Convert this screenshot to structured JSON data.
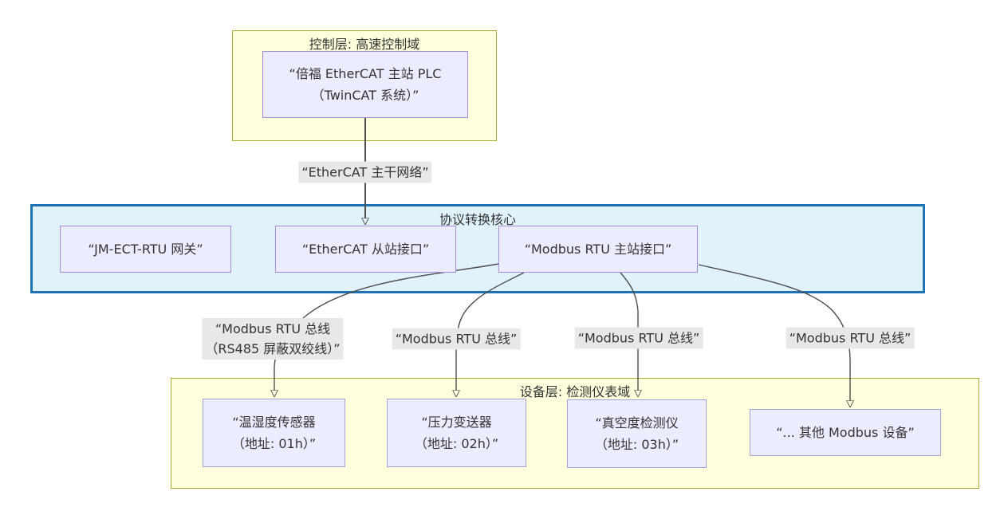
{
  "clusters": {
    "control": {
      "title": "控制层: 高速控制域"
    },
    "core": {
      "title": "协议转换核心"
    },
    "devices": {
      "title": "设备层: 检测仪表域"
    }
  },
  "nodes": {
    "plc": {
      "line1": "“倍福 EtherCAT 主站 PLC",
      "line2": "（TwinCAT 系统）”"
    },
    "jm_gateway": {
      "label": "“JM-ECT-RTU 网关”"
    },
    "ethercat_slave": {
      "label": "“EtherCAT 从站接口”"
    },
    "modbus_master": {
      "label": "“Modbus RTU 主站接口”"
    },
    "temp_humidity": {
      "line1": "“温湿度传感器",
      "line2": "（地址: 01h）”"
    },
    "pressure": {
      "line1": "“压力变送器",
      "line2": "（地址: 02h）”"
    },
    "vacuum": {
      "line1": "“真空度检测仪",
      "line2": "（地址: 03h）”"
    },
    "other_devices": {
      "label": "“... 其他 Modbus 设备”"
    }
  },
  "edge_labels": {
    "backbone": {
      "label": "“EtherCAT 主干网络”"
    },
    "bus1": {
      "line1": "“Modbus RTU 总线",
      "line2": "（RS485 屏蔽双绞线）”"
    },
    "bus2": {
      "label": "“Modbus RTU 总线”"
    },
    "bus3": {
      "label": "“Modbus RTU 总线”"
    },
    "bus4": {
      "label": "“Modbus RTU 总线”"
    }
  },
  "colors": {
    "cluster_yellow_fill": "#ffffde",
    "cluster_yellow_border": "#aaaa33",
    "cluster_blue_fill": "#e0f3fc",
    "cluster_blue_border": "#1f72b3",
    "node_fill": "#ececff",
    "node_border": "#9370db",
    "edge_stroke": "#4d4d4d",
    "edge_label_bg": "#e8e8e8",
    "text": "#333333",
    "page_bg": "#ffffff"
  }
}
